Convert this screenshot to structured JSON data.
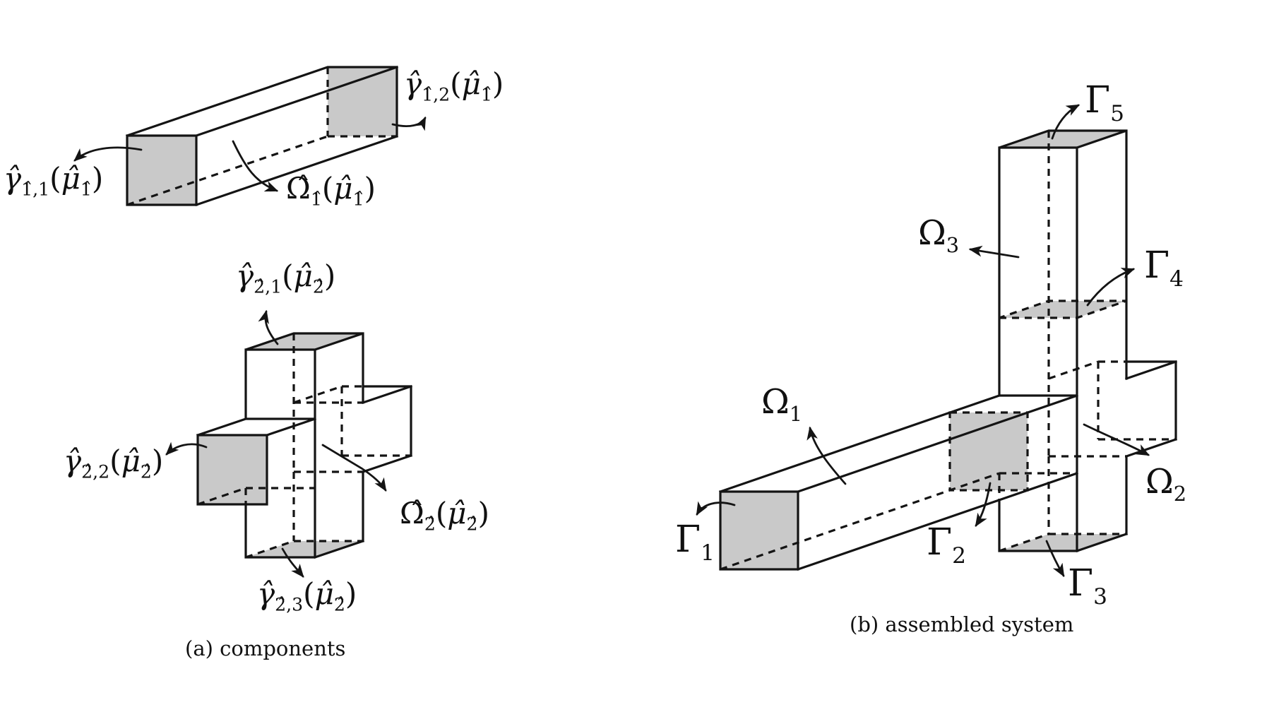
{
  "figure": {
    "colors": {
      "background": "#ffffff",
      "face_grey": "#c9c9c9",
      "line": "#141414"
    },
    "captions": {
      "a": "(a) components",
      "b": "(b) assembled system"
    },
    "component_labels": {
      "gamma11": {
        "parts": [
          {
            "t": "γ̂",
            "it": true
          },
          {
            "t": "1̂,1",
            "sub": true
          },
          {
            "t": "("
          },
          {
            "t": "μ̂",
            "it": true
          },
          {
            "t": "1̂",
            "sub": true
          },
          {
            "t": ")"
          }
        ]
      },
      "gamma12": {
        "parts": [
          {
            "t": "γ̂",
            "it": true
          },
          {
            "t": "1̂,2",
            "sub": true
          },
          {
            "t": "("
          },
          {
            "t": "μ̂",
            "it": true
          },
          {
            "t": "1̂",
            "sub": true
          },
          {
            "t": ")"
          }
        ]
      },
      "omega1": {
        "parts": [
          {
            "t": "Ω̂"
          },
          {
            "t": "1̂",
            "sub": true
          },
          {
            "t": "("
          },
          {
            "t": "μ̂",
            "it": true
          },
          {
            "t": "1̂",
            "sub": true
          },
          {
            "t": ")"
          }
        ]
      },
      "gamma21": {
        "parts": [
          {
            "t": "γ̂",
            "it": true
          },
          {
            "t": "2̂,1",
            "sub": true
          },
          {
            "t": "("
          },
          {
            "t": "μ̂",
            "it": true
          },
          {
            "t": "2̂",
            "sub": true
          },
          {
            "t": ")"
          }
        ]
      },
      "gamma22": {
        "parts": [
          {
            "t": "γ̂",
            "it": true
          },
          {
            "t": "2̂,2",
            "sub": true
          },
          {
            "t": "("
          },
          {
            "t": "μ̂",
            "it": true
          },
          {
            "t": "2̂",
            "sub": true
          },
          {
            "t": ")"
          }
        ]
      },
      "gamma23": {
        "parts": [
          {
            "t": "γ̂",
            "it": true
          },
          {
            "t": "2̂,3",
            "sub": true
          },
          {
            "t": "("
          },
          {
            "t": "μ̂",
            "it": true
          },
          {
            "t": "2̂",
            "sub": true
          },
          {
            "t": ")"
          }
        ]
      },
      "omega2": {
        "parts": [
          {
            "t": "Ω̂"
          },
          {
            "t": "2̂",
            "sub": true
          },
          {
            "t": "("
          },
          {
            "t": "μ̂",
            "it": true
          },
          {
            "t": "2̂",
            "sub": true
          },
          {
            "t": ")"
          }
        ]
      }
    },
    "assembly_labels": {
      "Gamma1": {
        "parts": [
          {
            "t": "Γ"
          },
          {
            "t": "1",
            "sub": true
          }
        ]
      },
      "Gamma2": {
        "parts": [
          {
            "t": "Γ"
          },
          {
            "t": "2",
            "sub": true
          }
        ]
      },
      "Gamma3": {
        "parts": [
          {
            "t": "Γ"
          },
          {
            "t": "3",
            "sub": true
          }
        ]
      },
      "Gamma4": {
        "parts": [
          {
            "t": "Γ"
          },
          {
            "t": "4",
            "sub": true
          }
        ]
      },
      "Gamma5": {
        "parts": [
          {
            "t": "Γ"
          },
          {
            "t": "5",
            "sub": true
          }
        ]
      },
      "Omega1": {
        "parts": [
          {
            "t": "Ω"
          },
          {
            "t": "1",
            "sub": true
          }
        ]
      },
      "Omega2": {
        "parts": [
          {
            "t": "Ω"
          },
          {
            "t": "2",
            "sub": true
          }
        ]
      },
      "Omega3": {
        "parts": [
          {
            "t": "Ω"
          },
          {
            "t": "3",
            "sub": true
          }
        ]
      }
    }
  }
}
